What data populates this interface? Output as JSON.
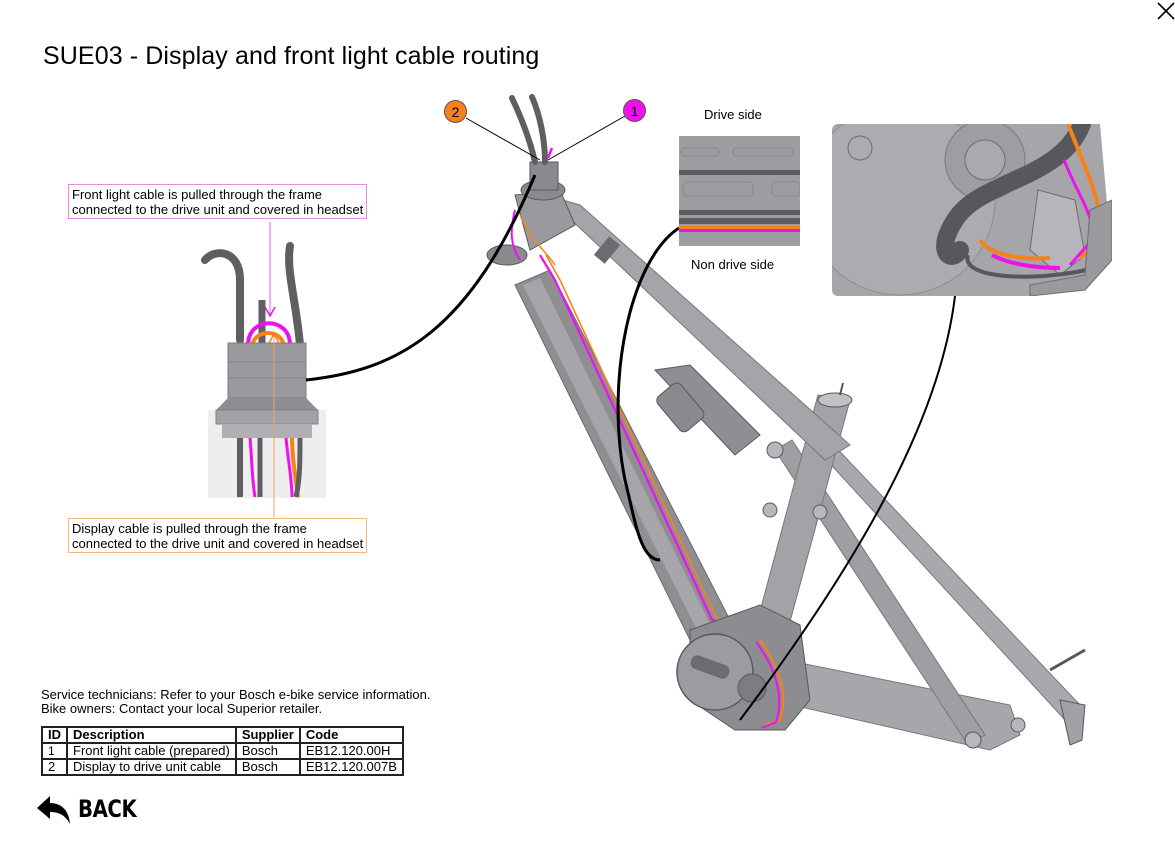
{
  "page": {
    "title": "SUE03 - Display and front light cable routing",
    "close_icon": "close-icon"
  },
  "colors": {
    "front_light_cable": "#ee11ee",
    "display_cable": "#f7821b",
    "frame": "#8f8e93",
    "frame_dark": "#58575c",
    "leader": "#000000"
  },
  "callouts": {
    "front_light": {
      "line1": "Front light cable is pulled through the frame",
      "line2": "connected to the drive unit and covered in headset"
    },
    "display": {
      "line1": "Display cable is pulled through the frame",
      "line2": "connected to the drive unit and covered in headset"
    }
  },
  "badges": [
    {
      "id": "1",
      "color": "#ee11ee"
    },
    {
      "id": "2",
      "color": "#f7821b"
    }
  ],
  "detail_views": {
    "drive_side_label": "Drive side",
    "non_drive_side_label": "Non drive side"
  },
  "service_note": {
    "line1": "Service technicians: Refer to your Bosch e-bike service information.",
    "line2": "Bike owners: Contact your local Superior retailer."
  },
  "parts_table": {
    "headers": [
      "ID",
      "Description",
      "Supplier",
      "Code"
    ],
    "rows": [
      {
        "id": "1",
        "description": "Front light cable (prepared)",
        "supplier": "Bosch",
        "code": "EB12.120.00H"
      },
      {
        "id": "2",
        "description": "Display to drive unit cable",
        "supplier": "Bosch",
        "code": "EB12.120.007B"
      }
    ]
  },
  "back": {
    "label": "BACK",
    "icon": "back-arrow-icon"
  }
}
